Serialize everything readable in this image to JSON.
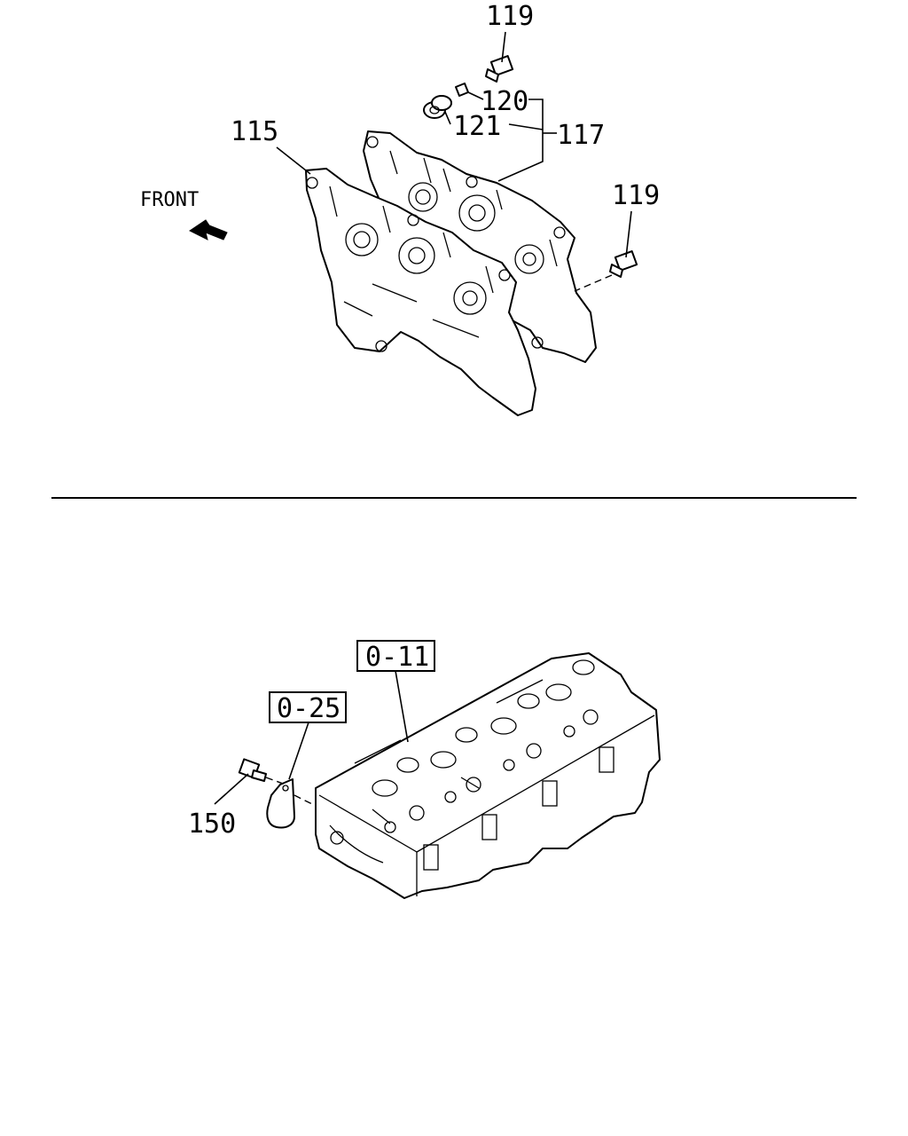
{
  "labels": {
    "front": "FRONT",
    "p119_top": "119",
    "p120": "120",
    "p121": "121",
    "p117": "117",
    "p115": "115",
    "p119_right": "119",
    "p150": "150",
    "ref_011": "0-11",
    "ref_025": "0-25"
  },
  "icons": {
    "front_arrow": "front-arrow-icon"
  },
  "colors": {
    "ink": "#000000",
    "paper": "#ffffff"
  }
}
